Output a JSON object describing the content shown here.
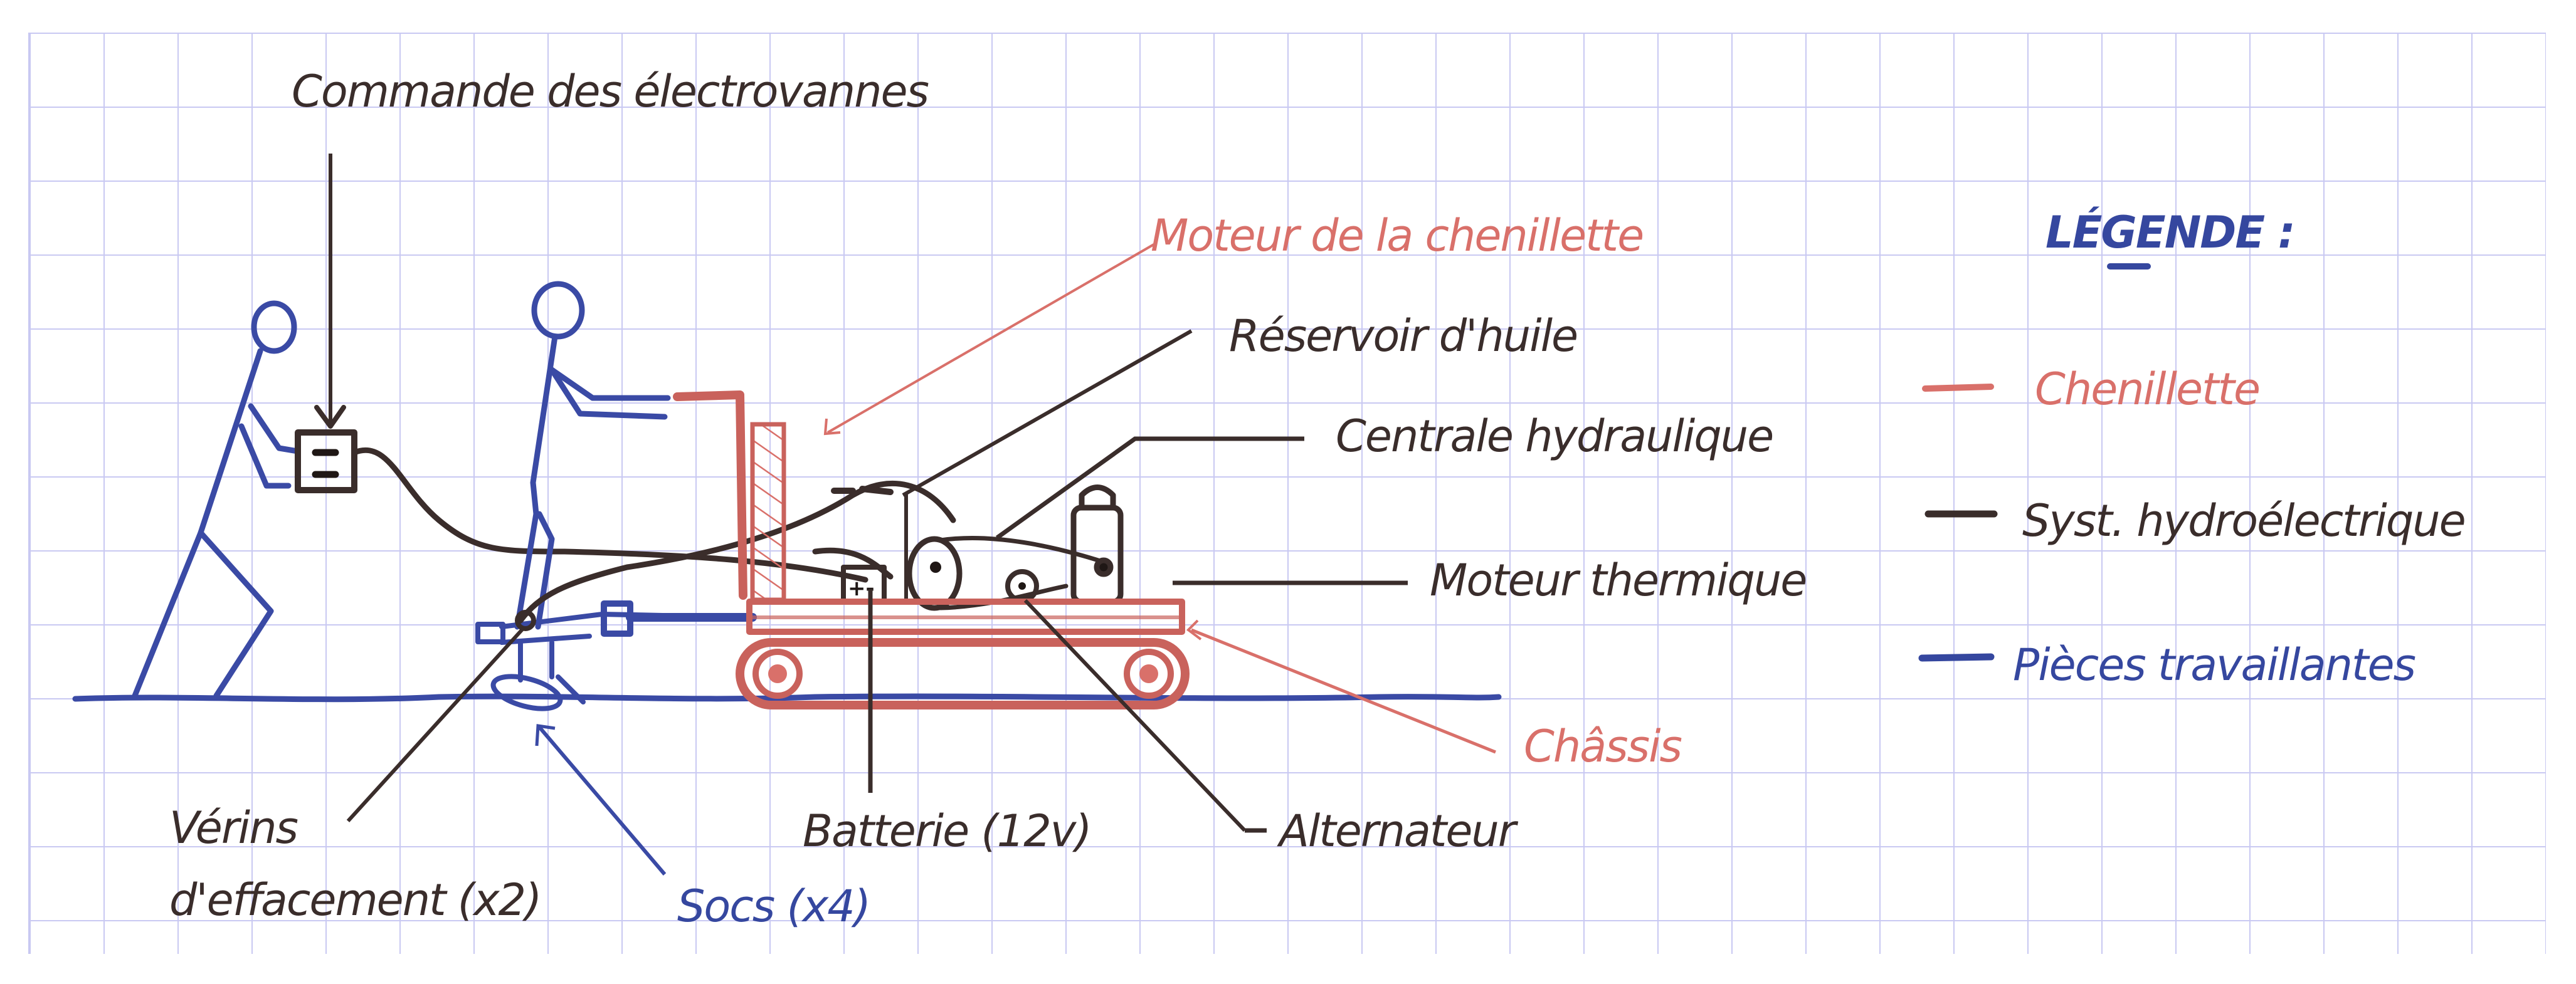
{
  "diagram": {
    "title_label": "Commande des électrovannes",
    "labels": {
      "control": "Commande des électrovannes",
      "track_motor": "Moteur de la chenillette",
      "oil_tank": "Réservoir d'huile",
      "hydraulic_unit": "Centrale hydraulique",
      "thermal_engine": "Moteur thermique",
      "chassis": "Châssis",
      "alternator": "Alternateur",
      "battery": "Batterie (12v)",
      "cylinders_line1": "Vérins",
      "cylinders_line2": "d'effacement (x2)",
      "shares": "Socs (x4)"
    },
    "legend": {
      "title": "LÉGENDE :",
      "items": [
        {
          "label": "Chenillette",
          "color": "#d9706a"
        },
        {
          "label": "Syst. hydroélectrique",
          "color": "#3a2d2b"
        },
        {
          "label": "Pièces travaillantes",
          "color": "#35479f"
        }
      ]
    },
    "colors": {
      "grid": "#c9c9f2",
      "red_ink": "#d9706a",
      "black_ink": "#3a2d2b",
      "blue_ink": "#35479f",
      "paper": "#ffffff"
    }
  }
}
